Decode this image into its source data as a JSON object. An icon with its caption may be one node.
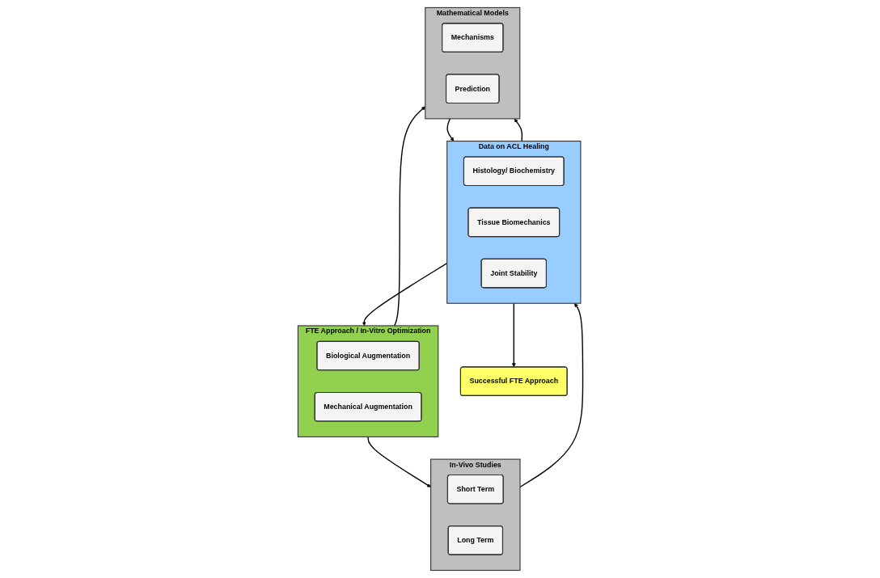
{
  "diagram": {
    "nodes": [
      {
        "text": [
          "FTE Approach / In-Vitro Optimization"
        ]
      },
      {
        "text": [
          "Biological Augmentation"
        ],
        "in": 0
      },
      {
        "text": [
          "Mechanical Augmentation"
        ],
        "in": 0
      },
      {
        "text": [
          "Data on ACL Healing"
        ]
      },
      {
        "text": [
          "Histology/ Biochemistry"
        ],
        "in": 3
      },
      {
        "text": [
          "Tissue Biomechanics"
        ],
        "in": 3
      },
      {
        "text": [
          "Joint Stability"
        ],
        "in": 3
      },
      {
        "text": [
          "In-Vivo Studies"
        ]
      },
      {
        "text": [
          "Short Term"
        ],
        "in": 7
      },
      {
        "text": [
          "Long Term"
        ],
        "in": 7
      },
      {
        "text": [
          "Mathematical Models"
        ]
      },
      {
        "text": [
          "Mechanisms"
        ],
        "in": 10
      },
      {
        "text": [
          "Prediction"
        ],
        "in": 10
      },
      {
        "text": [
          "Successful FTE Approach"
        ]
      }
    ],
    "edges": [
      {
        "from": 3,
        "to": 0,
        "arrow": "to"
      },
      {
        "from": 0,
        "to": 7,
        "arrow": "to"
      },
      {
        "from": 0,
        "to": 10,
        "arrow": "to"
      },
      {
        "from": 7,
        "to": 3,
        "arrow": "to"
      },
      {
        "from": 10,
        "to": 3,
        "arrow": "to"
      },
      {
        "from": 3,
        "to": 10,
        "arrow": "to"
      },
      {
        "from": 3,
        "to": 13,
        "arrow": "to"
      }
    ]
  }
}
